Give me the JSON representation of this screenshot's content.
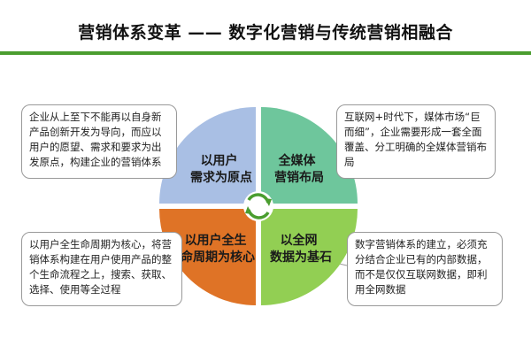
{
  "title": "营销体系变革 —— 数字化营销与传统营销相融合",
  "colors": {
    "title_bar": "#4a9d2f",
    "q_top_left": "#a9bfe4",
    "q_top_right": "#6ec69c",
    "q_bottom_left": "#df7326",
    "q_bottom_right": "#92cf53",
    "center_ring": "#4a9d2f"
  },
  "quadrants": {
    "top_left": [
      "以用户",
      "需求为原点"
    ],
    "top_right": [
      "全媒体",
      "营销布局"
    ],
    "bottom_left": [
      "以用户全生",
      "命周期为核心"
    ],
    "bottom_right": [
      "以全网",
      "数据为基石"
    ]
  },
  "notes": {
    "top_left": "企业从上至下不能再以自身新产品创新开发为导向，而应以用户的愿望、需求和要求为出发原点，构建企业的营销体系",
    "top_right": "互联网+时代下，媒体市场“巨而细”，企业需要形成一套全面覆盖、分工明确的全媒体营销布局",
    "bottom_left": "以用户全生命周期为核心，将营销体系构建在用户使用产品的整个生命流程之上，搜索、获取、选择、使用等全过程",
    "bottom_right": "数字营销体系的建立，必须充分结合企业已有的内部数据，而不是仅仅互联网数据，即利用全网数据"
  },
  "center_icon": "refresh-cycle-icon"
}
